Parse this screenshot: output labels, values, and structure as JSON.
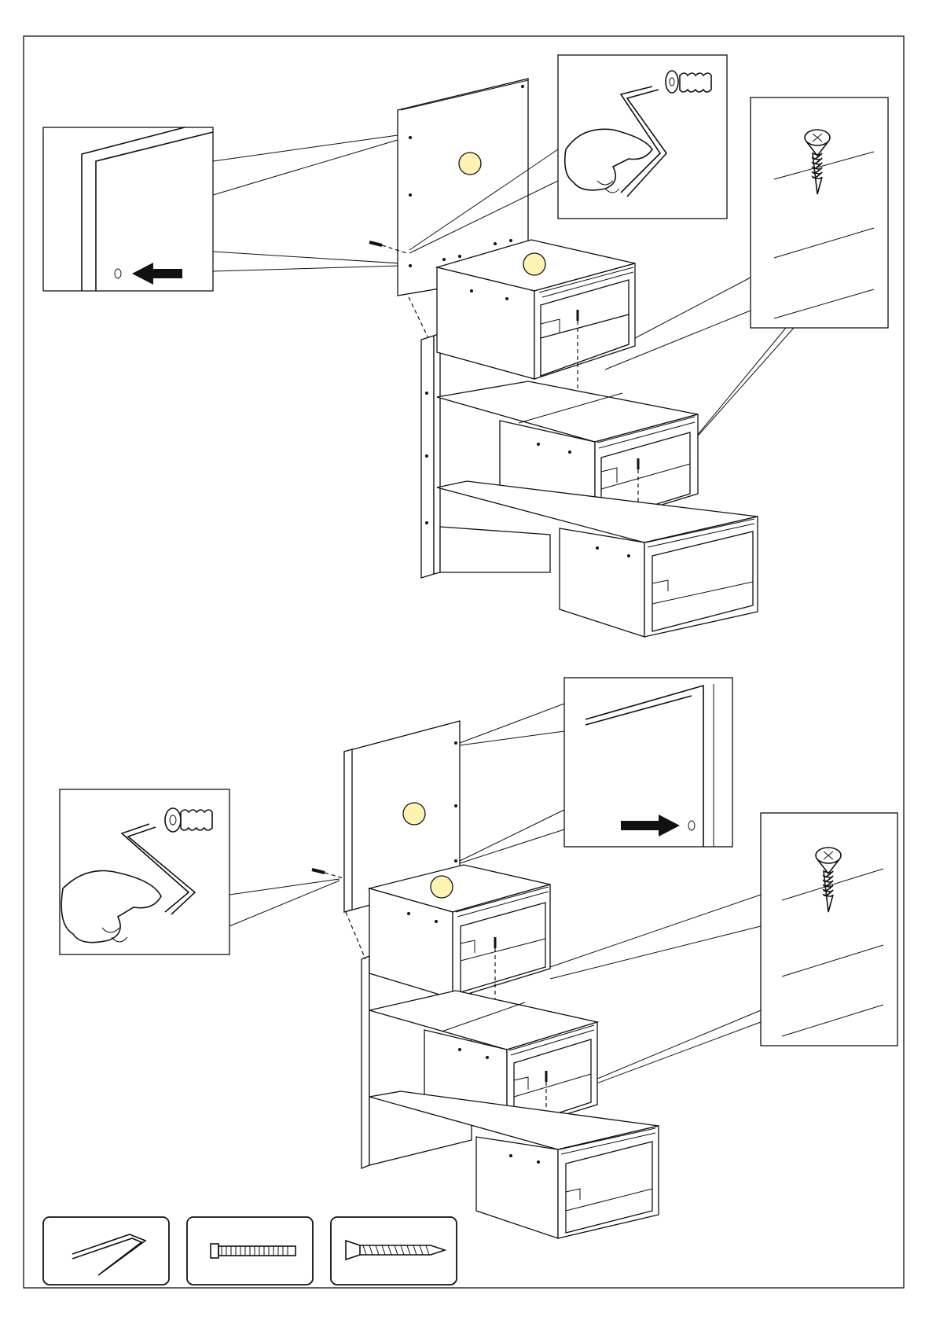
{
  "sheet": {
    "border_color": "#111111",
    "background": "#ffffff",
    "marker_color": "#fdf3b3"
  },
  "steps": [
    {
      "name": "step-1-left-panel"
    },
    {
      "name": "step-2-right-panel"
    }
  ],
  "parts": [
    {
      "name": "hex-key",
      "icon": "hex-key-icon"
    },
    {
      "name": "connector-bolt",
      "icon": "bolt-icon"
    },
    {
      "name": "wood-screw",
      "icon": "screw-icon"
    }
  ]
}
